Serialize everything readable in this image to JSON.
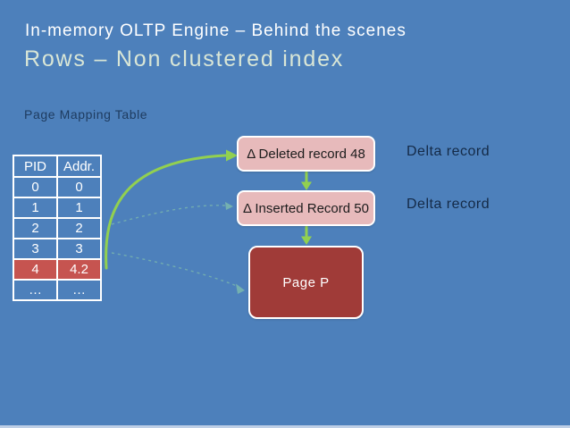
{
  "header": {
    "title": "In-memory OLTP Engine – Behind the scenes",
    "subtitle": "Rows – Non clustered index"
  },
  "mapping_table": {
    "label": "Page Mapping Table",
    "columns": [
      "PID",
      "Addr."
    ],
    "rows": [
      [
        "0",
        "0"
      ],
      [
        "1",
        "1"
      ],
      [
        "2",
        "2"
      ],
      [
        "3",
        "3"
      ],
      [
        "4",
        "4.2"
      ],
      [
        "…",
        "…"
      ]
    ],
    "highlighted_row_index": 4
  },
  "delta_chain": {
    "deleted_box_label": "Δ Deleted record 48",
    "inserted_box_label": "Δ Inserted Record 50",
    "deleted_side_label": "Delta record",
    "inserted_side_label": "Delta record",
    "page_box_label": "Page P"
  },
  "colors": {
    "bg": "#4d80bb",
    "title_white": "#ffffff",
    "subtitle_pale": "#d9e6d6",
    "heading_navy": "#1e3b5f",
    "delta_navy": "#142a47",
    "table_red": "#c65450",
    "pink_box": "#e7babb",
    "dark_red": "#a03b38",
    "arrow_green": "#92d050",
    "dashed_green": "#8fd0a8",
    "strip_light": "#becfe6"
  }
}
